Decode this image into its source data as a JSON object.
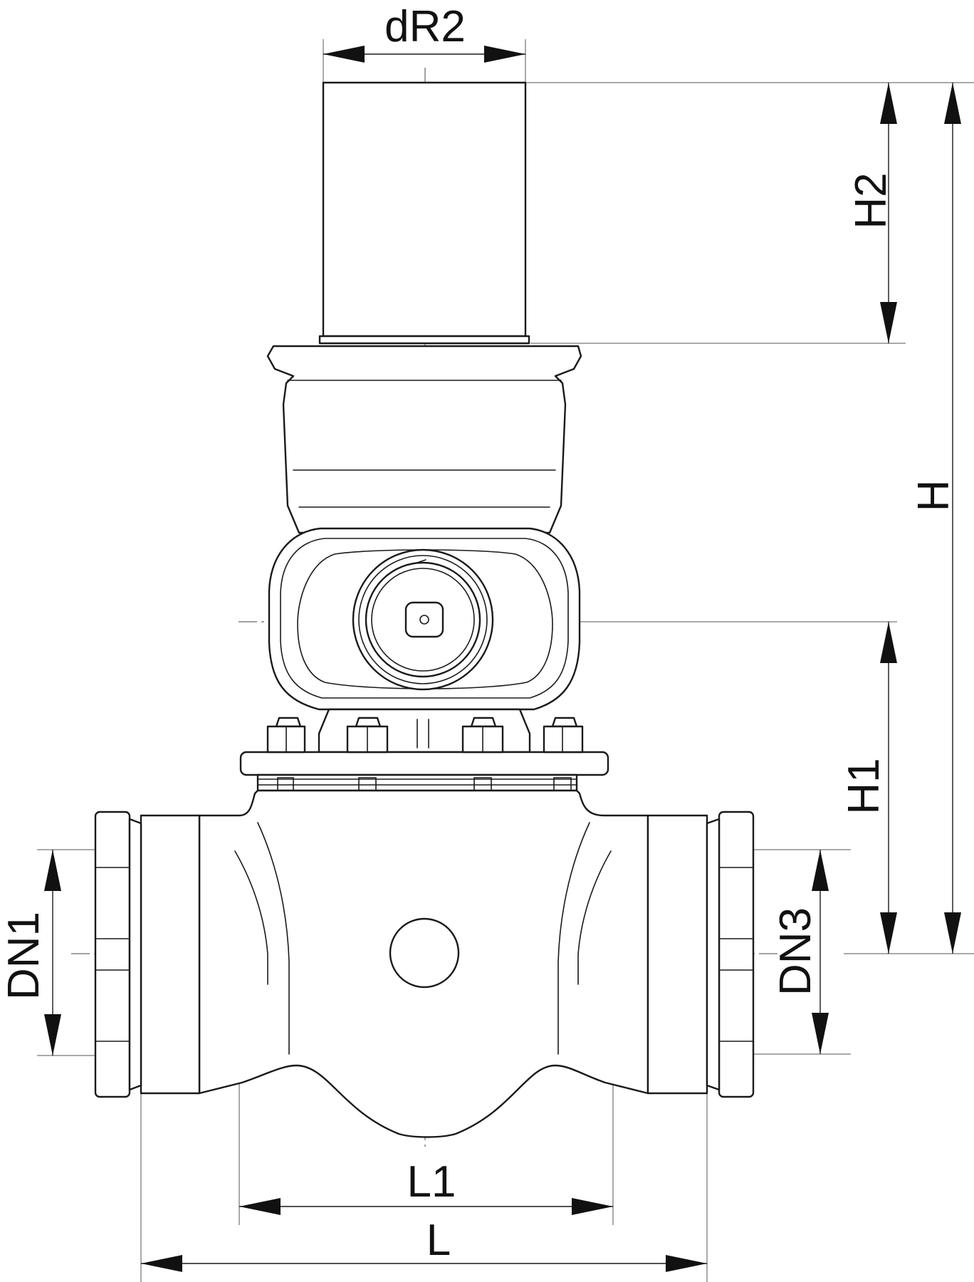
{
  "drawing": {
    "dimension_labels": {
      "dR2": "dR2",
      "H2": "H2",
      "H": "H",
      "H1": "H1",
      "DN1": "DN1",
      "DN3": "DN3",
      "L1": "L1",
      "L": "L"
    },
    "line_color": "#1a1a1a",
    "background": "#ffffff"
  }
}
